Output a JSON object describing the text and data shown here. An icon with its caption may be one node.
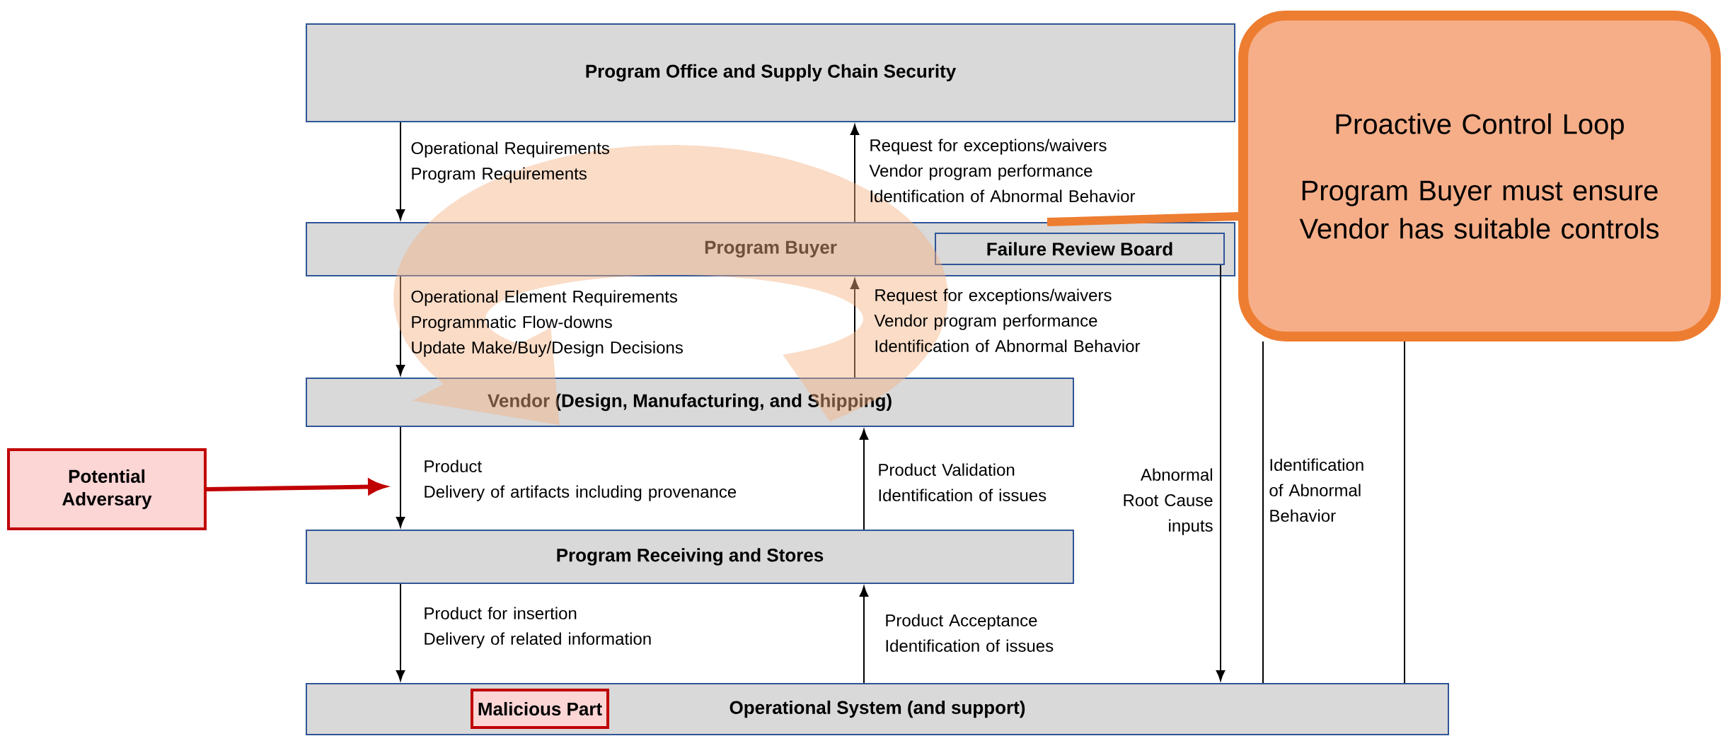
{
  "diagram": {
    "nodes": [
      {
        "text": [
          "Program Office and Supply Chain Security"
        ]
      },
      {
        "text": [
          "Program Buyer"
        ]
      },
      {
        "text": [
          "Failure Review Board"
        ],
        "in": 1
      },
      {
        "text": [
          "Vendor (Design, Manufacturing, and Shipping)"
        ]
      },
      {
        "text": [
          "Program Receiving and Stores"
        ]
      },
      {
        "text": [
          "Operational System (and support)"
        ]
      },
      {
        "text": [
          "Malicious Part"
        ],
        "in": 5
      },
      {
        "text": [
          "Potential Adversary"
        ]
      },
      {
        "text": [
          "Proactive Control Loop",
          "Program Buyer must ensure Vendor has suitable controls"
        ]
      }
    ],
    "edges": [
      {
        "from": 0,
        "to": 1,
        "arrow": "to",
        "label": "Operational Requirements Program Requirements"
      },
      {
        "from": 1,
        "to": 3,
        "arrow": "to",
        "label": "Operational Element Requirements Programmatic Flow-downs Update Make/Buy/Design Decisions"
      },
      {
        "from": 3,
        "to": 4,
        "arrow": "to",
        "label": "Product Delivery of artifacts including provenance"
      },
      {
        "from": 4,
        "to": 5,
        "arrow": "to",
        "label": "Product for insertion Delivery of related information"
      },
      {
        "from": 1,
        "to": 0,
        "arrow": "to",
        "label": "Request for exceptions/waivers Vendor program performance Identification of Abnormal Behavior"
      },
      {
        "from": 3,
        "to": 1,
        "arrow": "to",
        "label": "Request for exceptions/waivers Vendor program performance Identification of Abnormal Behavior"
      },
      {
        "from": 4,
        "to": 3,
        "arrow": "to",
        "label": "Product Validation Identification of issues"
      },
      {
        "from": 5,
        "to": 4,
        "arrow": "to",
        "label": "Product Acceptance Identification of issues"
      },
      {
        "from": 2,
        "to": 5,
        "arrow": "to",
        "label": "Abnormal Root Cause inputs"
      },
      {
        "from": 5,
        "to": 8,
        "arrow": "none",
        "label": "Identification of Abnormal Behavior"
      },
      {
        "from": 5,
        "to": 8,
        "arrow": "none"
      },
      {
        "from": 7,
        "to": null,
        "arrow": "to",
        "style": "thick",
        "color": "#c00000"
      },
      {
        "from": 8,
        "to": 1,
        "arrow": "none",
        "style": "thick",
        "color": "#ed7d31"
      }
    ]
  }
}
